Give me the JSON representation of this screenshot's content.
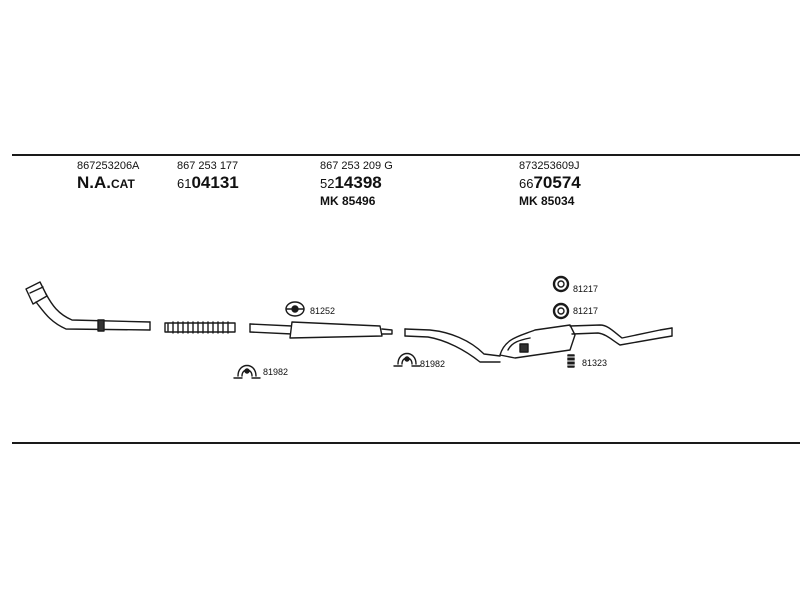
{
  "columns": [
    {
      "code": "867253206A",
      "prefix": "N.A.",
      "suffix": "CAT",
      "mk": ""
    },
    {
      "code": "867 253 177",
      "prefix": "61",
      "suffix": "04131",
      "mk": ""
    },
    {
      "code": "867 253 209 G",
      "prefix": "52",
      "suffix": "14398",
      "mk": "MK  85496"
    },
    {
      "code": "873253609J",
      "prefix": "66",
      "suffix": "70574",
      "mk": "MK  85034"
    }
  ],
  "parts": {
    "clamp_1": "81982",
    "clamp_2": "81982",
    "hanger_1": "81252",
    "ring_1": "81217",
    "ring_2": "81217",
    "mount_1": "81323"
  },
  "colors": {
    "line": "#1a1a1a",
    "ink": "#111111"
  }
}
